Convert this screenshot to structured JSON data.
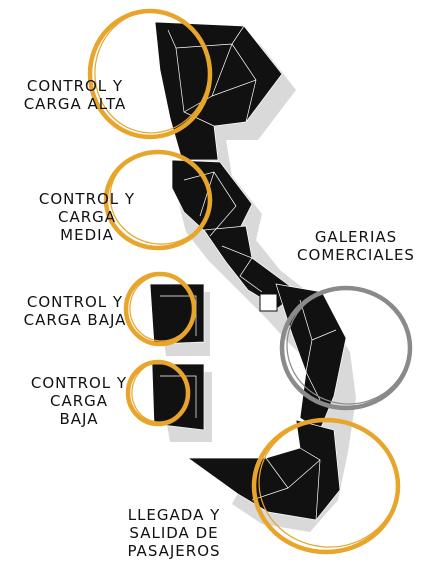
{
  "labels": {
    "high": [
      "CONTROL Y",
      "CARGA ALTA"
    ],
    "medium": [
      "CONTROL Y",
      "CARGA",
      "MEDIA"
    ],
    "low_1": [
      "CONTROL Y",
      "CARGA BAJA"
    ],
    "low_2": [
      "CONTROL Y",
      "CARGA",
      "BAJA"
    ],
    "galleries": [
      "GALERIAS",
      "COMERCIALES"
    ],
    "arrivals": [
      "LLEGADA Y",
      "SALIDA DE",
      "PASAJEROS"
    ]
  },
  "colors": {
    "building": "#111111",
    "shadow": "#d9d9d9",
    "zone_ring": "#e8a52b",
    "gallery_ring": "#8a8a8a",
    "text": "#111111"
  },
  "rings": [
    {
      "zone": "high",
      "color": "zone_ring"
    },
    {
      "zone": "medium",
      "color": "zone_ring"
    },
    {
      "zone": "low_1",
      "color": "zone_ring"
    },
    {
      "zone": "low_2",
      "color": "zone_ring"
    },
    {
      "zone": "galleries",
      "color": "gallery_ring"
    },
    {
      "zone": "arrivals",
      "color": "zone_ring"
    }
  ]
}
